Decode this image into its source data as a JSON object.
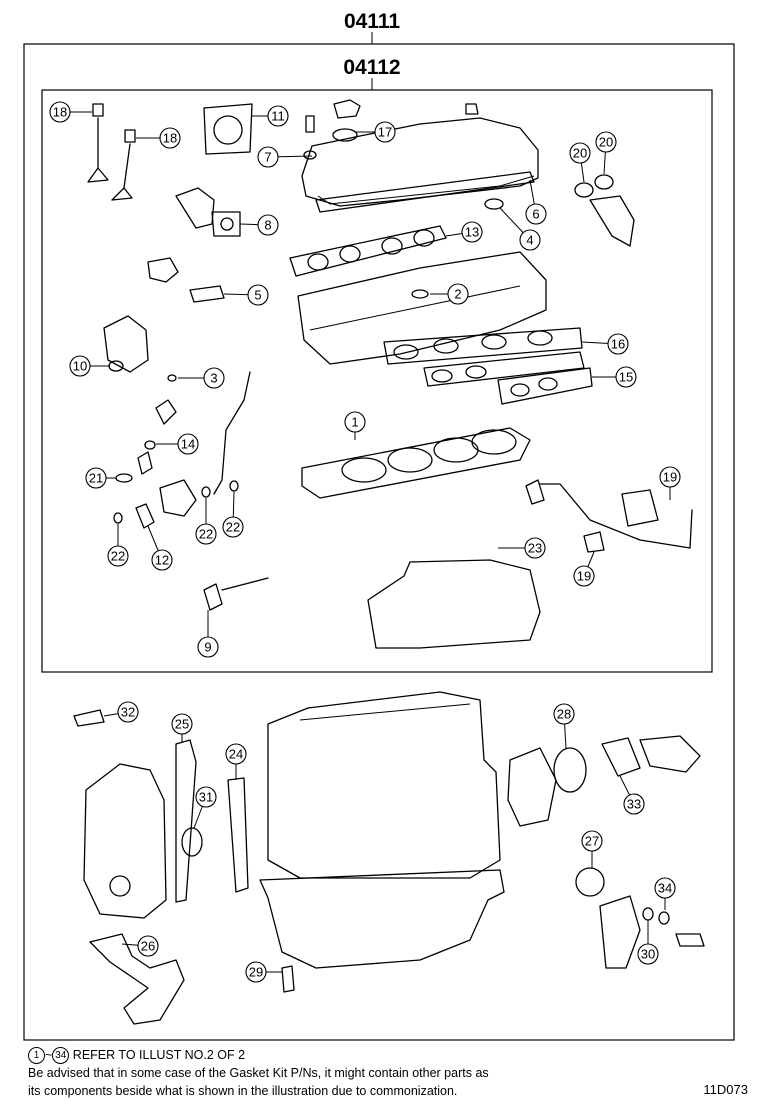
{
  "kit_codes": {
    "outer": "04111",
    "inner": "04112"
  },
  "footer": {
    "range_start": "1",
    "range_sep": "~",
    "range_end": "34",
    "refer_text": "REFER TO ILLUST NO.2 OF 2",
    "disclaimer_line1": "Be advised that in some case of the Gasket Kit P/Ns,  it might contain other parts as",
    "disclaimer_line2": "its components beside what is shown in the illustration due to commonization.",
    "drawing_code": "11D073"
  },
  "callouts": [
    "1",
    "2",
    "3",
    "4",
    "5",
    "6",
    "7",
    "8",
    "9",
    "10",
    "11",
    "12",
    "13",
    "14",
    "15",
    "16",
    "17",
    "18",
    "18",
    "19",
    "19",
    "20",
    "20",
    "21",
    "22",
    "22",
    "22",
    "23",
    "24",
    "25",
    "26",
    "27",
    "28",
    "29",
    "30",
    "31",
    "32",
    "33",
    "34"
  ]
}
